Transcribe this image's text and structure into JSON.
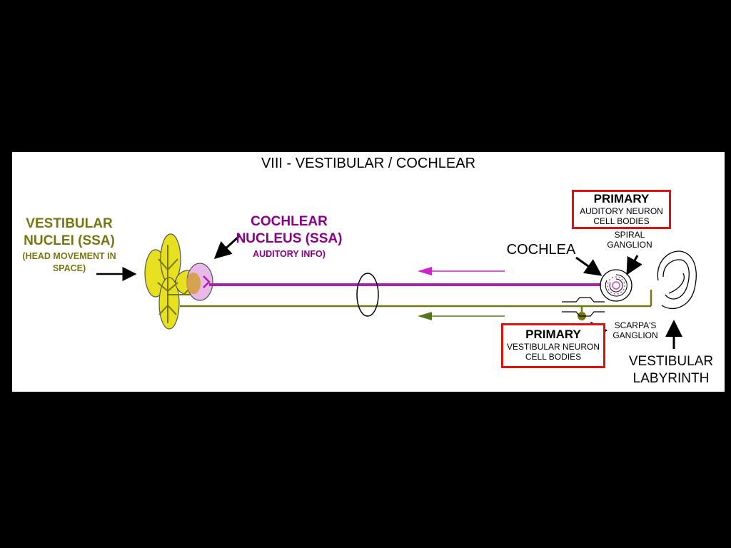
{
  "title": "VIII - VESTIBULAR / COCHLEAR",
  "vestibular_nuclei": {
    "line1": "VESTIBULAR",
    "line2": "NUCLEI (SSA)",
    "line3": "(HEAD MOVEMENT IN",
    "line4": "SPACE)"
  },
  "cochlear_nucleus": {
    "line1": "COCHLEAR",
    "line2": "NUCLEUS (SSA)",
    "line3": "AUDITORY INFO)"
  },
  "cochlea_label": "COCHLEA",
  "spiral_ganglion": {
    "line1": "SPIRAL",
    "line2": "GANGLION"
  },
  "scarpas_ganglion": {
    "line1": "SCARPA'S",
    "line2": "GANGLION"
  },
  "primary_auditory": {
    "heading": "PRIMARY",
    "line1": "AUDITORY NEURON",
    "line2": "CELL BODIES"
  },
  "primary_vestibular": {
    "heading": "PRIMARY",
    "line1": "VESTIBULAR NEURON",
    "line2": "CELL BODIES"
  },
  "vestibular_labyrinth": {
    "line1": "VESTIBULAR",
    "line2": "LABYRINTH"
  },
  "colors": {
    "background": "#000000",
    "slide": "#ffffff",
    "vestibular": "#777711",
    "cochlear": "#aa22aa",
    "box_border": "#e01010",
    "nuclei_fill": "#e6e020",
    "cochlear_nucleus_fill": "#e8b8e8"
  }
}
